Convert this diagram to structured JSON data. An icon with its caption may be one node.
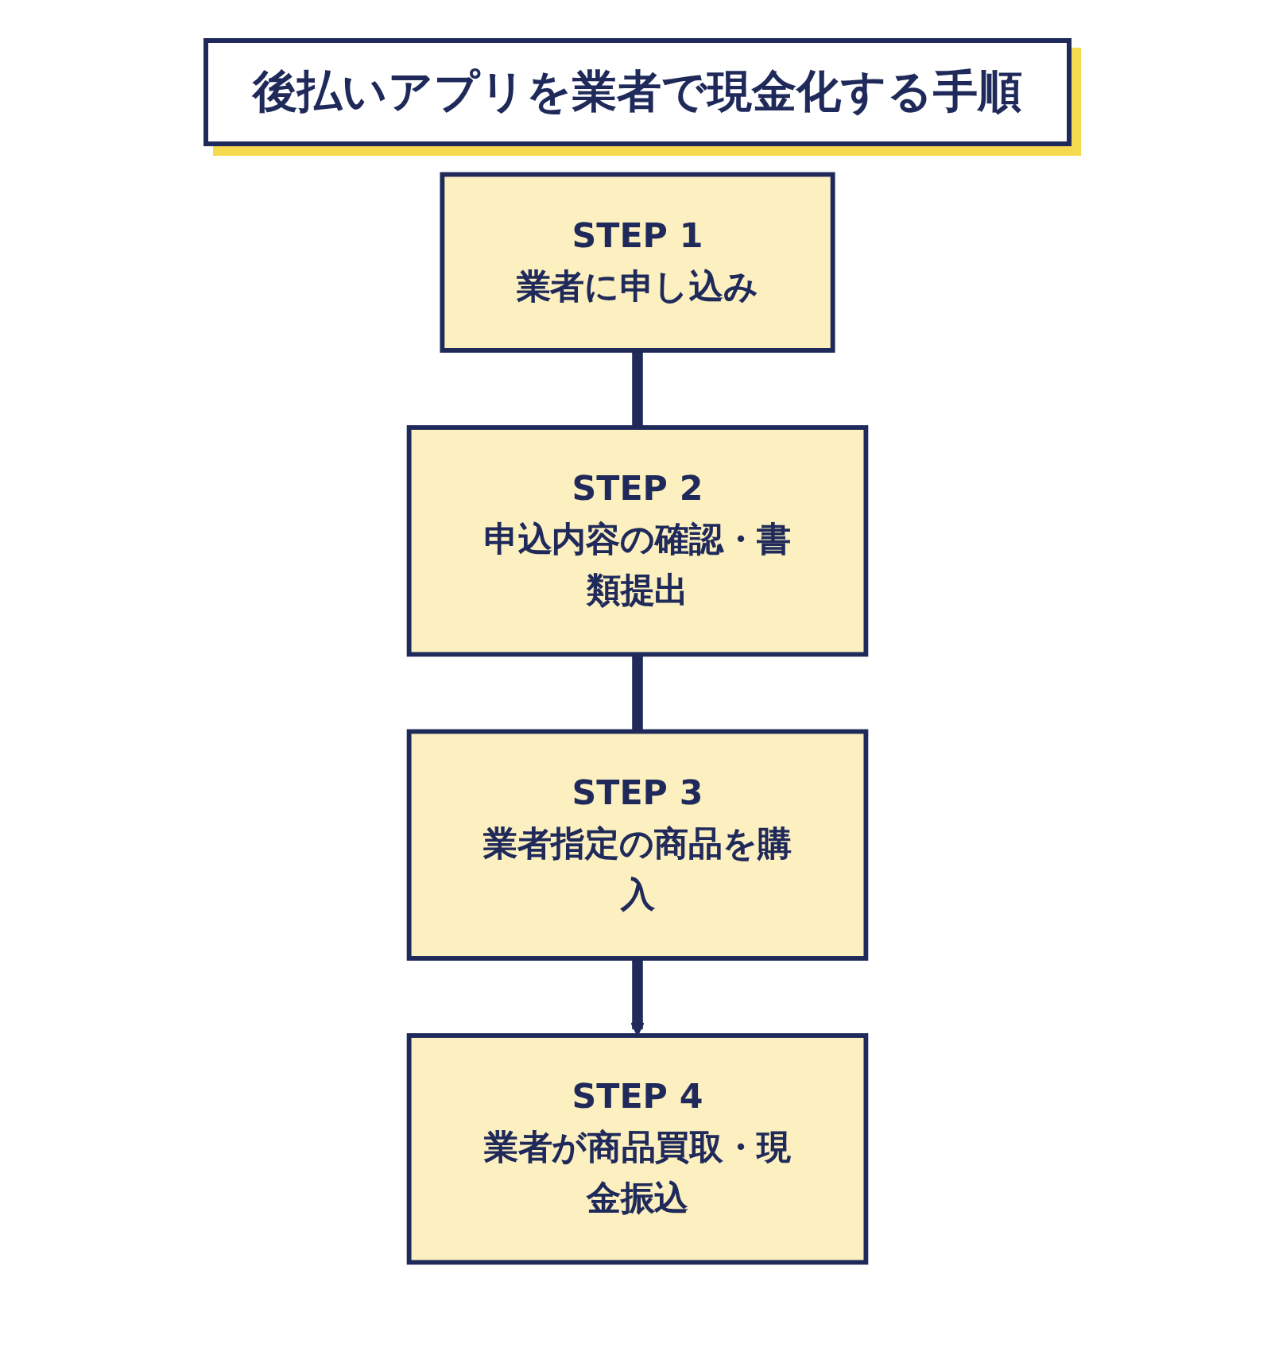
{
  "diagram": {
    "title": "後払いアプリを業者で現金化する手順",
    "nodes": [
      {
        "text": [
          "STEP 1",
          "業者に申し込み"
        ]
      },
      {
        "text": [
          "STEP 2",
          "申込内容の確認・書類提出"
        ]
      },
      {
        "text": [
          "STEP 3",
          "業者指定の商品を購入"
        ]
      },
      {
        "text": [
          "STEP 4",
          "業者が商品買取・現金振込"
        ]
      }
    ],
    "edges": [
      {
        "from": 0,
        "to": 1,
        "arrow": "none"
      },
      {
        "from": 1,
        "to": 2,
        "arrow": "none"
      },
      {
        "from": 2,
        "to": 3,
        "arrow": "to"
      }
    ]
  }
}
